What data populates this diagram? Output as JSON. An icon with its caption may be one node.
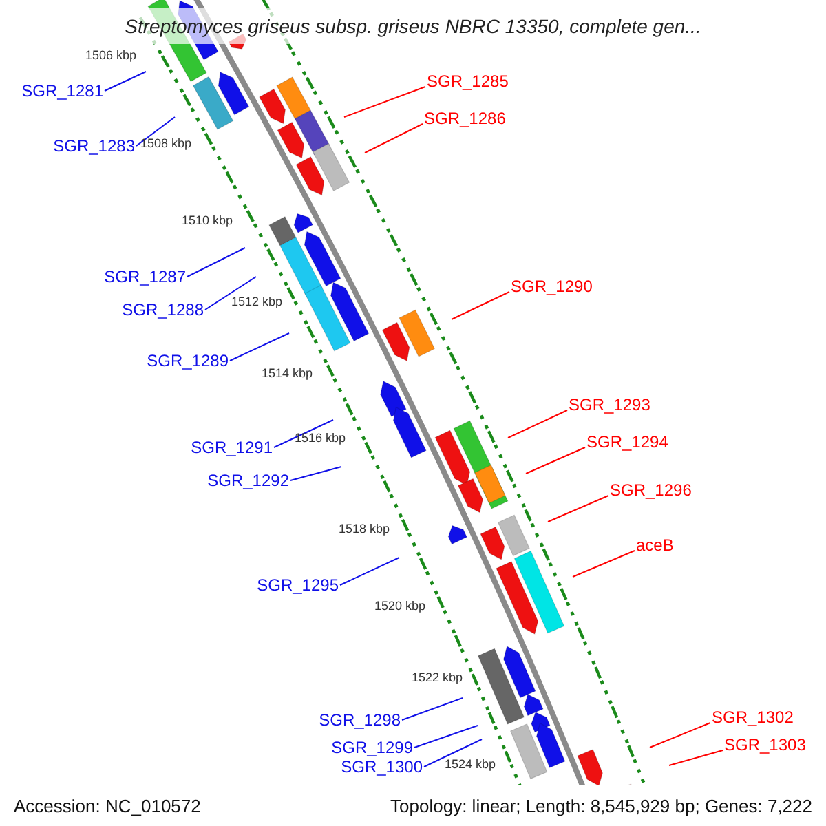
{
  "diagram": {
    "title": "Streptomyces griseus subsp. griseus NBRC 13350, complete gen...",
    "nodes": [
      {
        "text": [
          "SGR_1281"
        ]
      },
      {
        "text": [
          "SGR_1285"
        ]
      },
      {
        "text": [
          "SGR_1283"
        ]
      },
      {
        "text": [
          "SGR_1286"
        ]
      },
      {
        "text": [
          "SGR_1287"
        ]
      },
      {
        "text": [
          "SGR_1290"
        ]
      },
      {
        "text": [
          "SGR_1288"
        ]
      },
      {
        "text": [
          "SGR_1289"
        ]
      },
      {
        "text": [
          "SGR_1293"
        ]
      },
      {
        "text": [
          "SGR_1291"
        ]
      },
      {
        "text": [
          "SGR_1294"
        ]
      },
      {
        "text": [
          "SGR_1292"
        ]
      },
      {
        "text": [
          "SGR_1296"
        ]
      },
      {
        "text": [
          "aceB"
        ]
      },
      {
        "text": [
          "SGR_1295"
        ]
      },
      {
        "text": [
          "SGR_1302"
        ]
      },
      {
        "text": [
          "SGR_1298"
        ]
      },
      {
        "text": [
          "SGR_1303"
        ]
      },
      {
        "text": [
          "SGR_1299"
        ]
      },
      {
        "text": [
          "SGR_1300"
        ]
      }
    ],
    "edges": [
      {
        "from": 0,
        "to": null,
        "arrow": "none"
      },
      {
        "from": 1,
        "to": null,
        "arrow": "none",
        "color": "#ff0000"
      },
      {
        "from": 2,
        "to": null,
        "arrow": "none"
      },
      {
        "from": 3,
        "to": null,
        "arrow": "none",
        "color": "#ff0000"
      },
      {
        "from": 4,
        "to": null,
        "arrow": "none"
      },
      {
        "from": 5,
        "to": null,
        "arrow": "none",
        "color": "#ff0000"
      },
      {
        "from": 6,
        "to": null,
        "arrow": "none"
      },
      {
        "from": 7,
        "to": null,
        "arrow": "none"
      },
      {
        "from": 8,
        "to": null,
        "arrow": "none",
        "color": "#ff0000"
      },
      {
        "from": 9,
        "to": null,
        "arrow": "none"
      },
      {
        "from": 10,
        "to": null,
        "arrow": "none",
        "color": "#ff0000"
      },
      {
        "from": 11,
        "to": null,
        "arrow": "none"
      },
      {
        "from": 12,
        "to": null,
        "arrow": "none",
        "color": "#ff0000"
      },
      {
        "from": 13,
        "to": null,
        "arrow": "none",
        "color": "#ff0000"
      },
      {
        "from": 14,
        "to": null,
        "arrow": "none"
      },
      {
        "from": 15,
        "to": null,
        "arrow": "none",
        "color": "#ff0000"
      },
      {
        "from": 16,
        "to": null,
        "arrow": "none"
      },
      {
        "from": 17,
        "to": null,
        "arrow": "none",
        "color": "#ff0000"
      },
      {
        "from": 18,
        "to": null,
        "arrow": "none"
      },
      {
        "from": 19,
        "to": null,
        "arrow": "none"
      }
    ],
    "labels": [
      "1506 kbp",
      "1508 kbp",
      "1510 kbp",
      "1512 kbp",
      "1514 kbp",
      "1516 kbp",
      "1518 kbp",
      "1520 kbp",
      "1522 kbp",
      "1524 kbp",
      "Accession: NC_010572",
      "Topology: linear; Length: 8,545,929 bp; Genes: 7,222"
    ]
  }
}
